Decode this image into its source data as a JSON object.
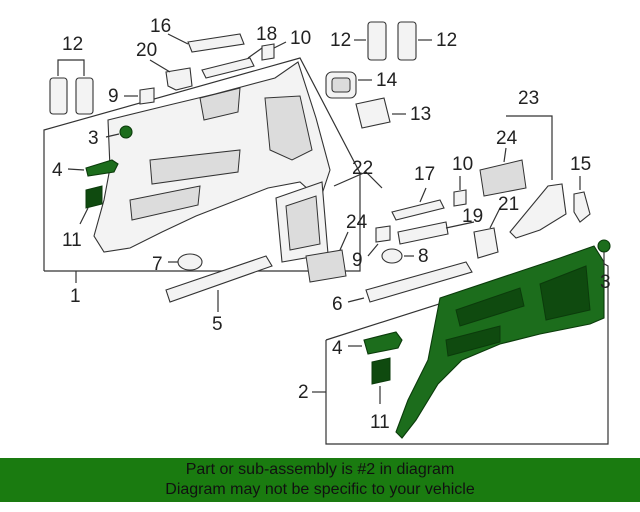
{
  "callouts": {
    "c1": "1",
    "c2": "2",
    "c3a": "3",
    "c3b": "3",
    "c4a": "4",
    "c4b": "4",
    "c5": "5",
    "c6": "6",
    "c7": "7",
    "c8": "8",
    "c9a": "9",
    "c9b": "9",
    "c10a": "10",
    "c10b": "10",
    "c11a": "11",
    "c11b": "11",
    "c12a": "12",
    "c12b": "12",
    "c12c": "12",
    "c13": "13",
    "c14": "14",
    "c15": "15",
    "c16": "16",
    "c17": "17",
    "c18": "18",
    "c19": "19",
    "c20": "20",
    "c21": "21",
    "c22": "22",
    "c23": "23",
    "c24a": "24",
    "c24b": "24"
  },
  "banner": {
    "line1": "Part or sub-assembly is #2 in diagram",
    "line2": "Diagram may not be specific to your vehicle"
  },
  "colors": {
    "highlight": "#1c6d1c",
    "banner": "#1a7b10"
  }
}
